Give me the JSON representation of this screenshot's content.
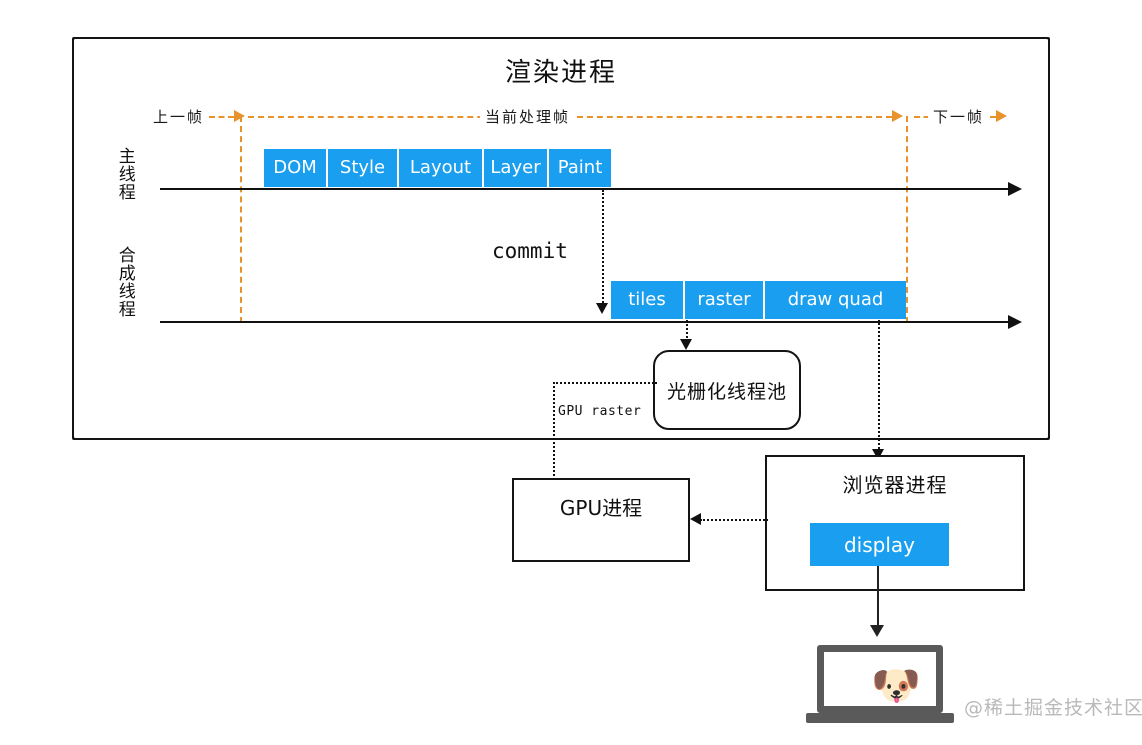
{
  "diagram": {
    "title": "渲染进程",
    "watermark": "@稀土掘金技术社区"
  },
  "timeline": {
    "frames": {
      "previous_label": "上一帧",
      "current_label": "当前处理帧",
      "next_label": "下一帧"
    },
    "lanes": [
      {
        "name": "main-thread",
        "label": "主线程",
        "stages": [
          {
            "label": "DOM",
            "width": 64
          },
          {
            "label": "Style",
            "width": 71
          },
          {
            "label": "Layout",
            "width": 85
          },
          {
            "label": "Layer",
            "width": 65
          },
          {
            "label": "Paint",
            "width": 62
          }
        ]
      },
      {
        "name": "compositor-thread",
        "label": "合成线程",
        "stages": [
          {
            "label": "tiles",
            "width": 74
          },
          {
            "label": "raster",
            "width": 80
          },
          {
            "label": "draw quad",
            "width": 141
          }
        ]
      }
    ],
    "commit_label": "commit"
  },
  "nodes": {
    "raster_pool": "光栅化线程池",
    "gpu_raster_edge": "GPU raster",
    "gpu_process": "GPU进程",
    "browser_process": "浏览器进程",
    "display": "display",
    "doge_icon": "🐶"
  },
  "colors": {
    "stage_blue": "#1a9ff0",
    "frame_orange": "#e8922b",
    "ink": "#141414",
    "watermark_gray": "#b9b9b9",
    "laptop_gray": "#5a5a5a"
  }
}
